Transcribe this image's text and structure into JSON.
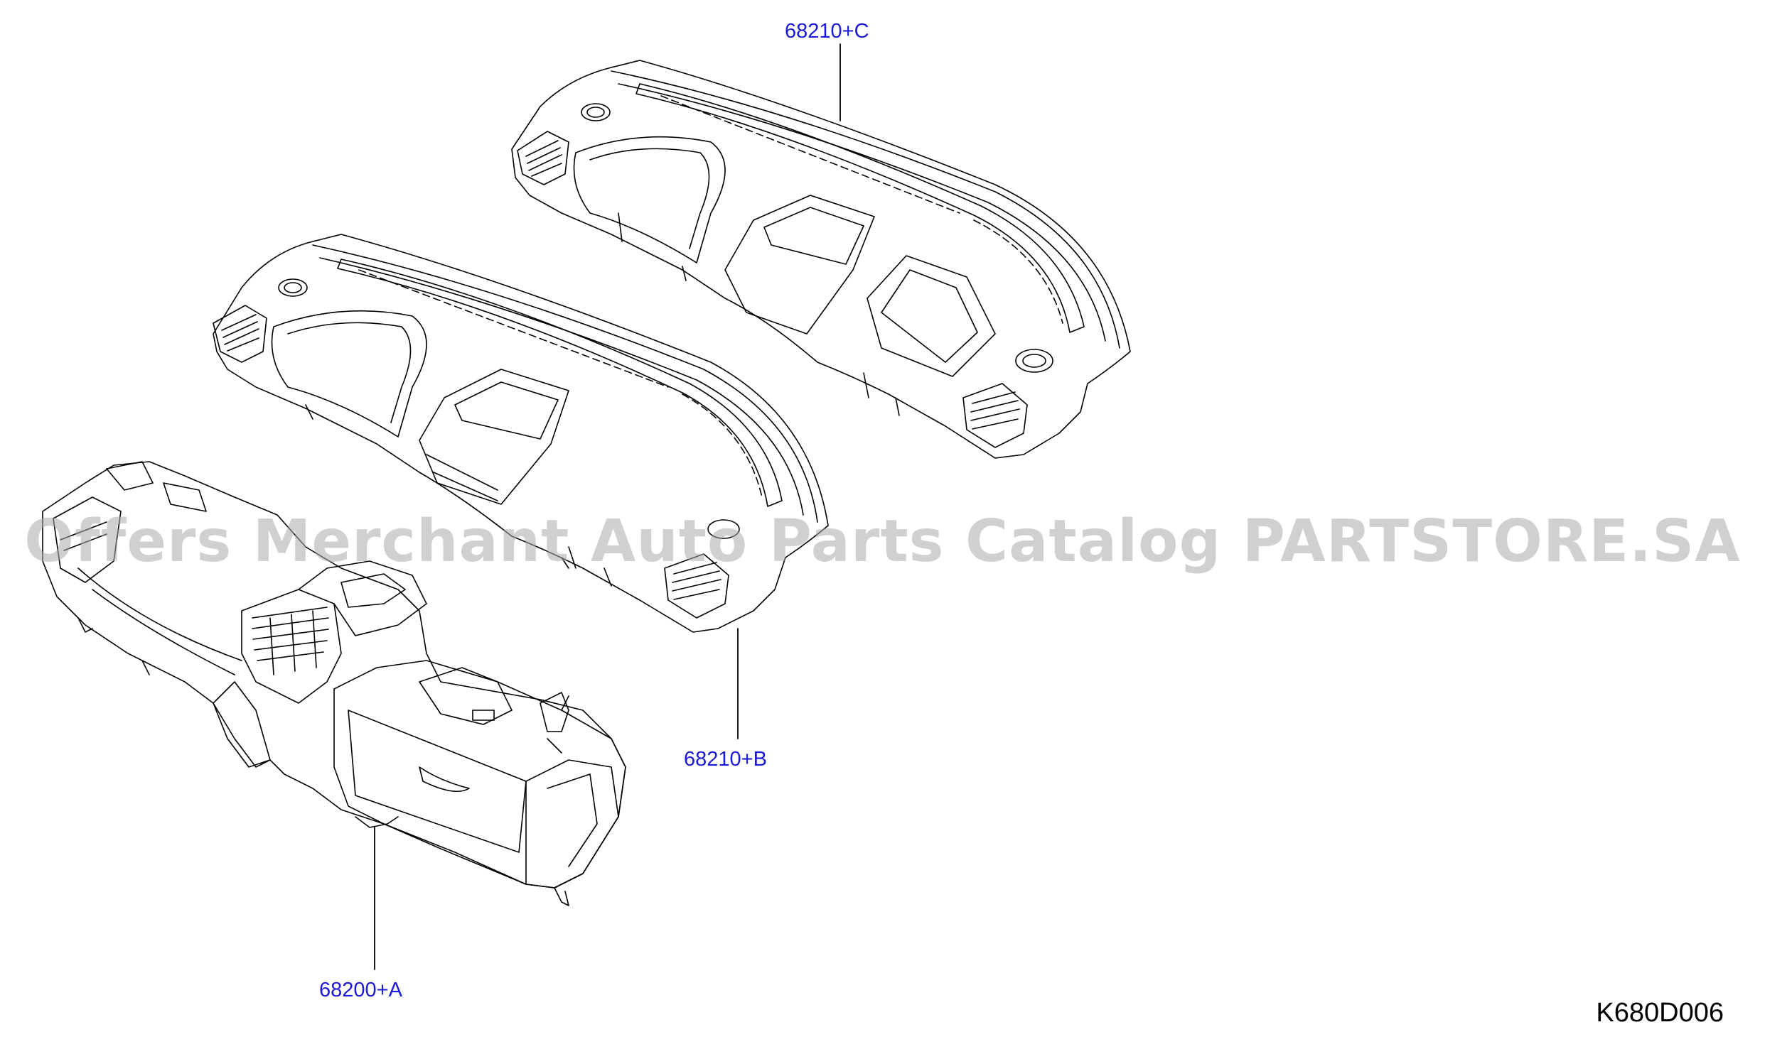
{
  "diagram": {
    "callouts": [
      {
        "id": "c",
        "label": "68210+C"
      },
      {
        "id": "b",
        "label": "68210+B"
      },
      {
        "id": "a",
        "label": "68200+A"
      }
    ],
    "diagram_code": "K680D006",
    "watermark": "Offers Merchant Auto Parts Catalog PARTSTORE.SA"
  },
  "colors": {
    "callout_text": "#1a1ad8",
    "line_art": "#000000",
    "watermark": "#aaaaaa",
    "background": "#ffffff"
  }
}
